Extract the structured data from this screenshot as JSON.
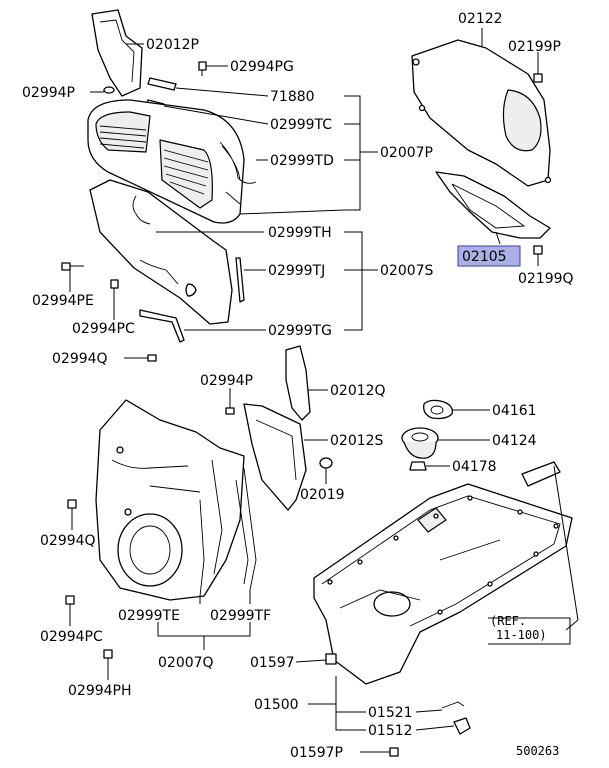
{
  "labels": {
    "p02012P": "02012P",
    "p02994PG": "02994PG",
    "p02994P_top": "02994P",
    "p71880": "71880",
    "p02999TC": "02999TC",
    "p02999TD": "02999TD",
    "p02007P": "02007P",
    "p02999TH": "02999TH",
    "p02999TJ": "02999TJ",
    "p02007S": "02007S",
    "p02994PE": "02994PE",
    "p02994PC_top": "02994PC",
    "p02999TG": "02999TG",
    "p02994Q_top": "02994Q",
    "p02122": "02122",
    "p02199P": "02199P",
    "p02105": "02105",
    "p02199Q": "02199Q",
    "p02994P_mid": "02994P",
    "p02012Q": "02012Q",
    "p02012S": "02012S",
    "p02019": "02019",
    "p04161": "04161",
    "p04124": "04124",
    "p04178": "04178",
    "p02994Q_mid": "02994Q",
    "p02999TE": "02999TE",
    "p02999TF": "02999TF",
    "p02007Q": "02007Q",
    "p02994PC_low": "02994PC",
    "p02994PH": "02994PH",
    "p01597": "01597",
    "p01500": "01500",
    "p01521": "01521",
    "p01512": "01512",
    "p01597P": "01597P",
    "ref_line1": "(REF.",
    "ref_line2": "11-100)",
    "diagram_number": "500263"
  },
  "colors": {
    "highlight_fill": "#aab0e6",
    "highlight_border": "#3a3f9e",
    "line": "#000000"
  },
  "highlighted_part": "02105"
}
